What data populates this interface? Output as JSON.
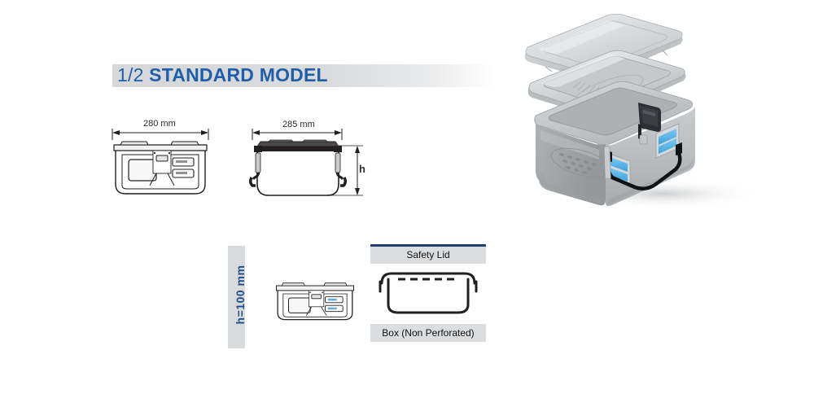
{
  "page": {
    "title_prefix": "1/2",
    "title_rest": "STANDARD MODEL",
    "title_full": "1/2 STANDARD MODEL",
    "background_color": "#ffffff",
    "title_color": "#1f5fa9",
    "band_color": "#d7d8da",
    "accent_navy": "#1f3d6e"
  },
  "drawings": {
    "front_view_top": {
      "name": "front-view",
      "dimension_label": "280 mm",
      "dimension_axis": "horizontal"
    },
    "side_view": {
      "name": "side-view",
      "dimension_label": "285 mm",
      "dimension_axis": "horizontal",
      "height_label": "h",
      "height_axis": "vertical"
    },
    "front_view_bottom": {
      "name": "front-view-secondary",
      "height_band_label": "h=100 mm"
    }
  },
  "lid_box_panel": {
    "header_label": "Safety Lid",
    "footer_label": "Box (Non Perforated)",
    "top_border_color": "#1f3d6e",
    "header_bg": "#dcdddf"
  },
  "photo": {
    "alt": "sterilization container exploded view",
    "parts": [
      {
        "label": "lid",
        "color": "#c9cacc"
      },
      {
        "label": "filter-tray",
        "color": "#d2d4d6"
      },
      {
        "label": "base-box",
        "color": "#b9bcbf"
      },
      {
        "label": "latch",
        "color": "#2c2f33"
      },
      {
        "label": "label-card",
        "color": "#5bb5e8"
      },
      {
        "label": "handle",
        "color": "#111214"
      }
    ]
  }
}
